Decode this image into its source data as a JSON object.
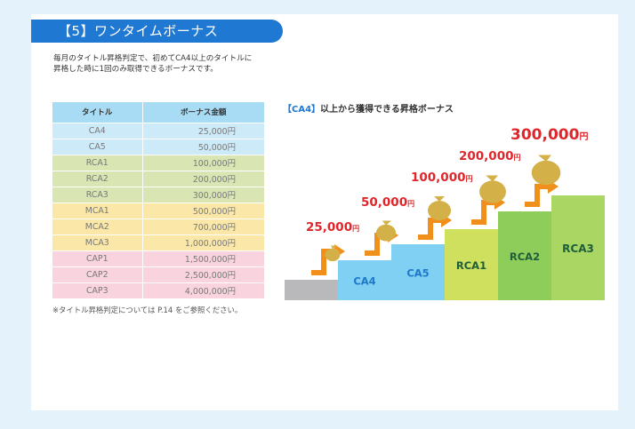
{
  "banner": {
    "title": "【5】ワンタイムボーナス"
  },
  "intro": {
    "line1": "毎月のタイトル昇格判定で、初めてCA4以上のタイトルに",
    "line2": "昇格した時に1回のみ取得できるボーナスです。"
  },
  "table": {
    "headers": [
      "タイトル",
      "ボーナス金額"
    ],
    "rows": [
      {
        "title": "CA4",
        "amount": "25,000円",
        "group": "blue"
      },
      {
        "title": "CA5",
        "amount": "50,000円",
        "group": "blue"
      },
      {
        "title": "RCA1",
        "amount": "100,000円",
        "group": "green"
      },
      {
        "title": "RCA2",
        "amount": "200,000円",
        "group": "green"
      },
      {
        "title": "RCA3",
        "amount": "300,000円",
        "group": "green"
      },
      {
        "title": "MCA1",
        "amount": "500,000円",
        "group": "yellow"
      },
      {
        "title": "MCA2",
        "amount": "700,000円",
        "group": "yellow"
      },
      {
        "title": "MCA3",
        "amount": "1,000,000円",
        "group": "yellow"
      },
      {
        "title": "CAP1",
        "amount": "1,500,000円",
        "group": "pink"
      },
      {
        "title": "CAP2",
        "amount": "2,500,000円",
        "group": "pink"
      },
      {
        "title": "CAP3",
        "amount": "4,000,000円",
        "group": "pink"
      }
    ]
  },
  "note": "※タイトル昇格判定については P.14 をご参照ください。",
  "chart": {
    "title_highlight": "【CA4】",
    "title_rest": "以上から獲得できる昇格ボーナス",
    "steps": [
      {
        "label": "CA4",
        "bonus": "25,000",
        "unit": "円",
        "color": "#7fd0f2",
        "label_color": "#1f78c8"
      },
      {
        "label": "CA5",
        "bonus": "50,000",
        "unit": "円",
        "color": "#7fd0f2",
        "label_color": "#1f78c8"
      },
      {
        "label": "RCA1",
        "bonus": "100,000",
        "unit": "円",
        "color": "#cfe05e",
        "label_color": "#1f5e3a"
      },
      {
        "label": "RCA2",
        "bonus": "200,000",
        "unit": "円",
        "color": "#8fcd5a",
        "label_color": "#1f5e3a"
      },
      {
        "label": "RCA3",
        "bonus": "300,000",
        "unit": "円",
        "color": "#aad764",
        "label_color": "#1f5e3a"
      }
    ],
    "colors": {
      "bonus_text": "#e0262b",
      "arrow": "#f0901a",
      "base_step": "#b9b9bc",
      "bag": "#d4b048"
    }
  }
}
